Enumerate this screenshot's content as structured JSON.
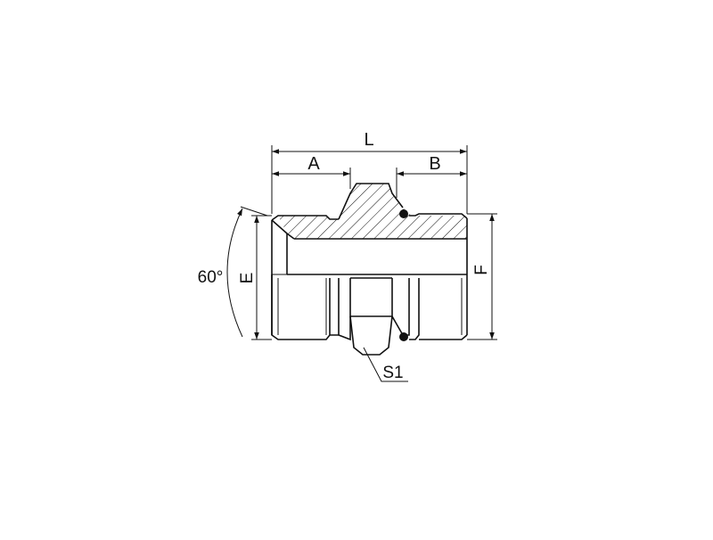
{
  "dimensions": {
    "overall_length": "L",
    "left_thread_length": "A",
    "right_thread_length": "B",
    "left_thread_diameter": "E",
    "right_thread_diameter": "F",
    "hex_size": "S1",
    "cone_angle": "60°"
  },
  "colors": {
    "line": "#111111",
    "background": "#ffffff"
  }
}
